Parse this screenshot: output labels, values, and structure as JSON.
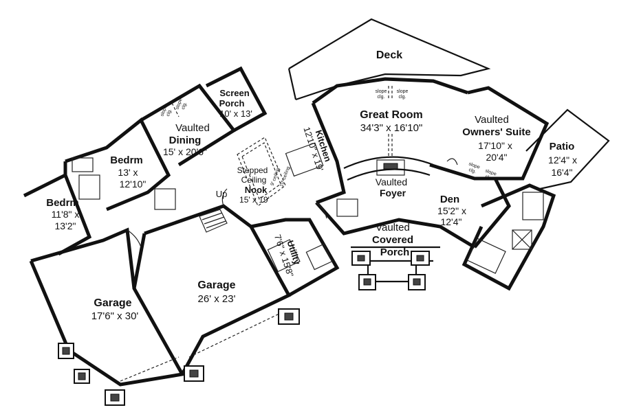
{
  "rooms": {
    "deck": {
      "name": "Deck"
    },
    "screen_porch": {
      "name_line1": "Screen",
      "name_line2": "Porch",
      "dims": "10' x 13'"
    },
    "great_room": {
      "name": "Great Room",
      "dims": "34'3\" x 16'10\""
    },
    "owners_suite": {
      "name_line1": "Vaulted",
      "name_line2": "Owners' Suite",
      "dims_line1": "17'10\" x",
      "dims_line2": "20'4\""
    },
    "patio": {
      "name": "Patio",
      "dims_line1": "12'4\" x",
      "dims_line2": "16'4\""
    },
    "dining": {
      "name_line1": "Vaulted",
      "name_line2": "Dining",
      "dims": "15' x 20'6\""
    },
    "kitchen": {
      "name": "Kitchen",
      "dims": "12'10\" x 19'"
    },
    "bedroom_center": {
      "name": "Bedrm",
      "dims_line1": "13' x",
      "dims_line2": "12'10\""
    },
    "bedroom_left": {
      "name": "Bedrm",
      "dims_line1": "11'8\" x",
      "dims_line2": "13'2\""
    },
    "nook": {
      "name_line1": "Stepped",
      "name_line2": "Ceiling",
      "name_line3": "Nook",
      "dims": "15' x 19'"
    },
    "foyer": {
      "name_line1": "Vaulted",
      "name_line2": "Foyer"
    },
    "den": {
      "name": "Den",
      "dims_line1": "15'2\" x",
      "dims_line2": "12'4\""
    },
    "covered_porch": {
      "name_line1": "Vaulted",
      "name_line2": "Covered",
      "name_line3": "Porch"
    },
    "utility": {
      "name": "Utility",
      "dims": "7'6\" x 15'8\""
    },
    "garage_center": {
      "name": "Garage",
      "dims": "26' x 23'"
    },
    "garage_left": {
      "name": "Garage",
      "dims": "17'6\" x 30'"
    }
  },
  "annotations": {
    "up": "Up",
    "slope_word": "slope",
    "clg_word": "clg.",
    "ceiling_9ft_line1": "9' ceiling",
    "ceiling_10ft_line1": "10' ceiling"
  }
}
